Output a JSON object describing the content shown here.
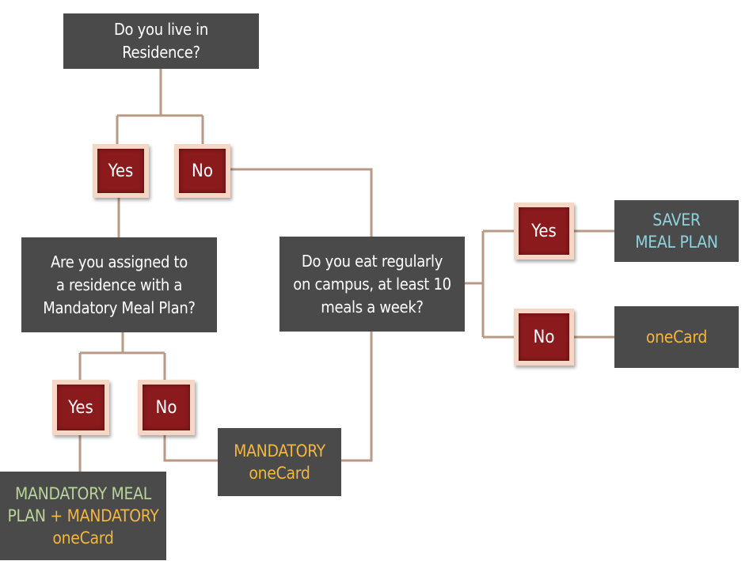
{
  "colors": {
    "question_box": "#4a4a4a",
    "answer_red": "#8b1a1c",
    "answer_border": "#f6d7c6",
    "connector": "#b89a86",
    "saver_blue": "#8ed3dc",
    "onecard_yellow": "#f2b642",
    "meal_plan_green": "#b9d49a"
  },
  "questions": {
    "residence": [
      "Do you live in",
      "Residence?"
    ],
    "mandatory_plan": [
      "Are you assigned to",
      "a residence with a",
      "Mandatory Meal Plan?"
    ],
    "eat_on_campus": [
      "Do you eat regularly",
      "on campus, at least 10",
      "meals a week?"
    ]
  },
  "answers": {
    "residence_yes": "Yes",
    "residence_no": "No",
    "mandatory_yes": "Yes",
    "mandatory_no": "No",
    "campus_yes": "Yes",
    "campus_no": "No"
  },
  "results": {
    "saver": [
      "SAVER",
      "MEAL PLAN"
    ],
    "onecard": "oneCard",
    "mandatory_onecard": [
      "MANDATORY",
      "oneCard"
    ],
    "combo": {
      "line1": "MANDATORY MEAL",
      "line2_green": "PLAN",
      "line2_plus": "+",
      "line2_yellow": "MANDATORY",
      "line3": "oneCard"
    }
  }
}
